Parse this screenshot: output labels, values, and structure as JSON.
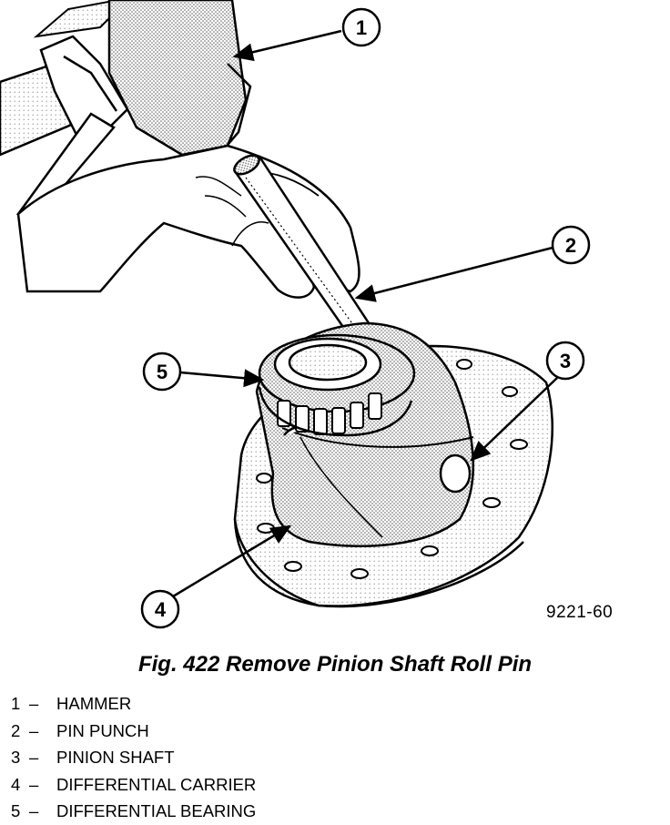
{
  "figure_number": "9221-60",
  "caption": "Fig. 422 Remove Pinion Shaft Roll Pin",
  "callouts": [
    "1",
    "2",
    "3",
    "4",
    "5"
  ],
  "legend": [
    {
      "num": "1",
      "dash": "–",
      "label": "HAMMER"
    },
    {
      "num": "2",
      "dash": "–",
      "label": "PIN PUNCH"
    },
    {
      "num": "3",
      "dash": "–",
      "label": "PINION SHAFT"
    },
    {
      "num": "4",
      "dash": "–",
      "label": "DIFFERENTIAL CARRIER"
    },
    {
      "num": "5",
      "dash": "–",
      "label": "DIFFERENTIAL BEARING"
    }
  ]
}
